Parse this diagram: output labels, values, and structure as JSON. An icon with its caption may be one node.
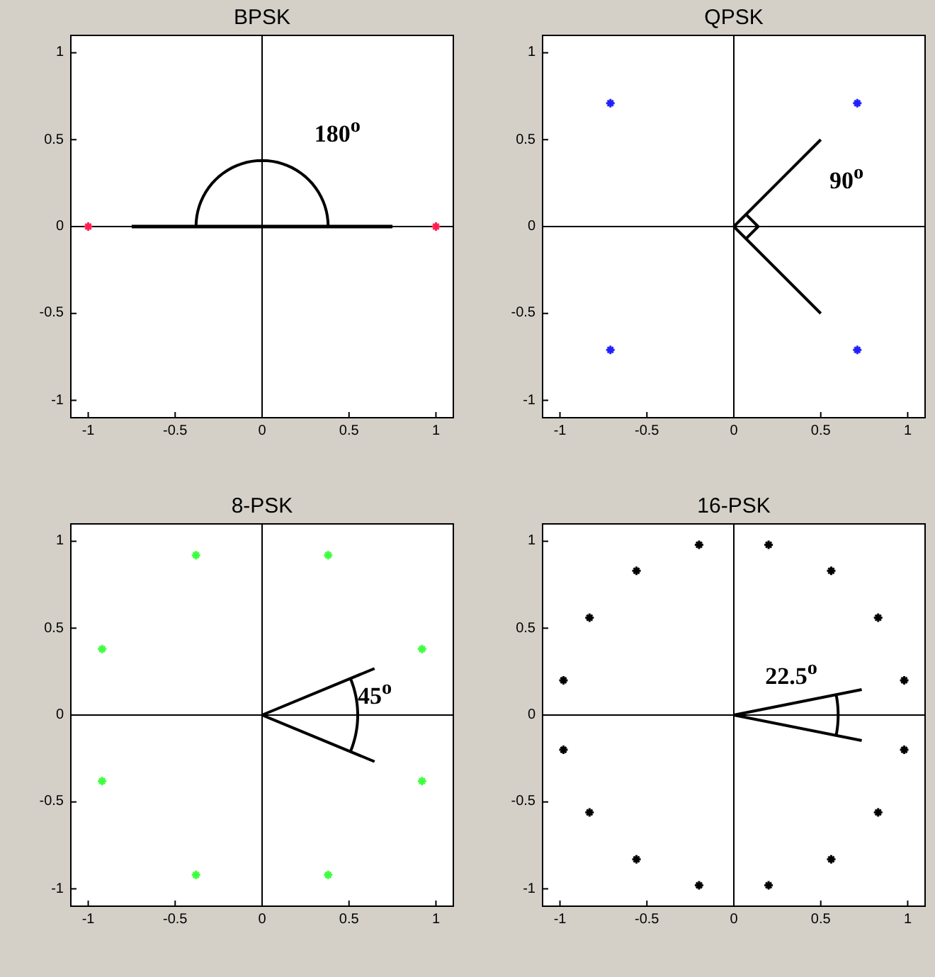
{
  "diagram": {
    "chart_data": [
      {
        "type": "scatter",
        "title": "BPSK",
        "xlim": [
          -1.1,
          1.1
        ],
        "ylim": [
          -1.1,
          1.1
        ],
        "xticks": [
          -1,
          -0.5,
          0,
          0.5,
          1
        ],
        "yticks": [
          1,
          0.5,
          0,
          -0.5,
          -1
        ],
        "x": [
          -1,
          1
        ],
        "series": [
          {
            "color": "#ff2050",
            "values": [
              0,
              0
            ]
          }
        ],
        "ref_lines": [
          {
            "axis": "y",
            "value": 0
          }
        ],
        "annotations": [
          "180$^{o}$"
        ]
      },
      {
        "type": "scatter",
        "title": "QPSK",
        "xlim": [
          -1.1,
          1.1
        ],
        "ylim": [
          -1.1,
          1.1
        ],
        "xticks": [
          -1,
          -0.5,
          0,
          0.5,
          1
        ],
        "yticks": [
          1,
          0.5,
          0,
          -0.5,
          -1
        ],
        "x": [
          0.71,
          -0.71,
          -0.71,
          0.71
        ],
        "series": [
          {
            "color": "#2020ff",
            "values": [
              0.71,
              0.71,
              -0.71,
              -0.71
            ]
          }
        ],
        "annotations": [
          "90$^{o}$"
        ]
      },
      {
        "type": "scatter",
        "title": "8-PSK",
        "xlim": [
          -1.1,
          1.1
        ],
        "ylim": [
          -1.1,
          1.1
        ],
        "xticks": [
          -1,
          -0.5,
          0,
          0.5,
          1
        ],
        "yticks": [
          1,
          0.5,
          0,
          -0.5,
          -1
        ],
        "x": [
          0.92,
          0.38,
          -0.38,
          -0.92,
          -0.92,
          -0.38,
          0.38,
          0.92
        ],
        "series": [
          {
            "color": "#40ff40",
            "values": [
              0.38,
              0.92,
              0.92,
              0.38,
              -0.38,
              -0.92,
              -0.92,
              -0.38
            ]
          }
        ],
        "annotations": [
          "45$^{o}$"
        ]
      },
      {
        "type": "scatter",
        "title": "16-PSK",
        "xlim": [
          -1.1,
          1.1
        ],
        "ylim": [
          -1.1,
          1.1
        ],
        "xticks": [
          -1,
          -0.5,
          0,
          0.5,
          1
        ],
        "yticks": [
          1,
          0.5,
          0,
          -0.5,
          -1
        ],
        "x": [
          0.98,
          0.83,
          0.56,
          0.2,
          -0.2,
          -0.56,
          -0.83,
          -0.98,
          -0.98,
          -0.83,
          -0.56,
          -0.2,
          0.2,
          0.56,
          0.83,
          0.98
        ],
        "series": [
          {
            "color": "#000000",
            "values": [
              0.2,
              0.56,
              0.83,
              0.98,
              0.98,
              0.83,
              0.56,
              0.2,
              -0.2,
              -0.56,
              -0.83,
              -0.98,
              -0.98,
              -0.83,
              -0.56,
              -0.2
            ]
          }
        ],
        "annotations": [
          "22.5$^{o}$"
        ]
      }
    ]
  }
}
